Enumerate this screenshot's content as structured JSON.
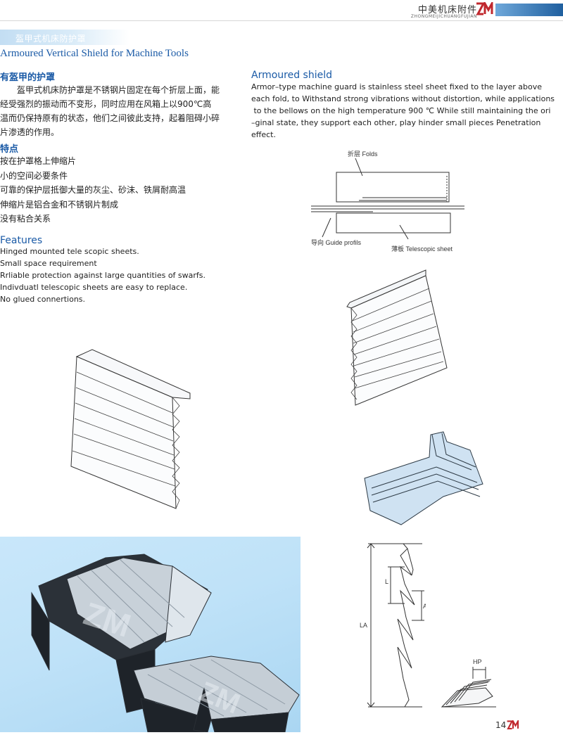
{
  "header": {
    "company_cn": "中美机床附件",
    "company_en": "ZHONGMEIJICHUANGFUJIAN",
    "logo_text": "ZM"
  },
  "banner": {
    "title_cn": "盔甲式机床防护罩",
    "title_en": "Armoured Vertical Shield for Machine Tools"
  },
  "intro_cn": {
    "heading": "有盔甲的护罩",
    "paragraph": "盔甲式机床防护罩是不锈钢片固定在每个折层上面，能经受强烈的振动而不变形，同时应用在风箱上以900℃高温而仍保持原有的状态，他们之间彼此支持，起着阻碍小碎片渗透的作用。"
  },
  "features_cn": {
    "heading": "特点",
    "items": [
      "按在护罩格上伸缩片",
      "小的空间必要条件",
      "可靠的保护层抵御大量的灰尘、砂沫、铁屑耐高温",
      "伸缩片是铝合金和不锈钢片制成",
      "没有粘合关系"
    ]
  },
  "features_en": {
    "heading": "Features",
    "items": [
      "Hinged mounted tele scopic sheets.",
      "Small space requirement",
      "Rrliable protection against large quantities of swarfs.",
      "Indivduatl telescopic sheets are easy to replace.",
      "No glued connertions."
    ]
  },
  "armoured_en": {
    "heading": "Armoured shield",
    "lines": [
      "Armor–type machine guard is stainless steel sheet fixed to the layer above",
      "each fold, to Withstand strong vibrations without distortion, while applications",
      " to the bellows on the high temperature 900 ℃ While still maintaining the ori",
      "–ginal state, they support each other, play hinder small pieces Penetration",
      "effect."
    ]
  },
  "diagram": {
    "label_folds": "折层 Folds",
    "label_guide": "导向 Guide profils",
    "label_sheet": "薄板 Telescopic sheet"
  },
  "dimensions": {
    "L": "L",
    "AP": "AP",
    "LA": "LA",
    "HP": "HP"
  },
  "photo_watermark": "ZM",
  "page_number": "14"
}
